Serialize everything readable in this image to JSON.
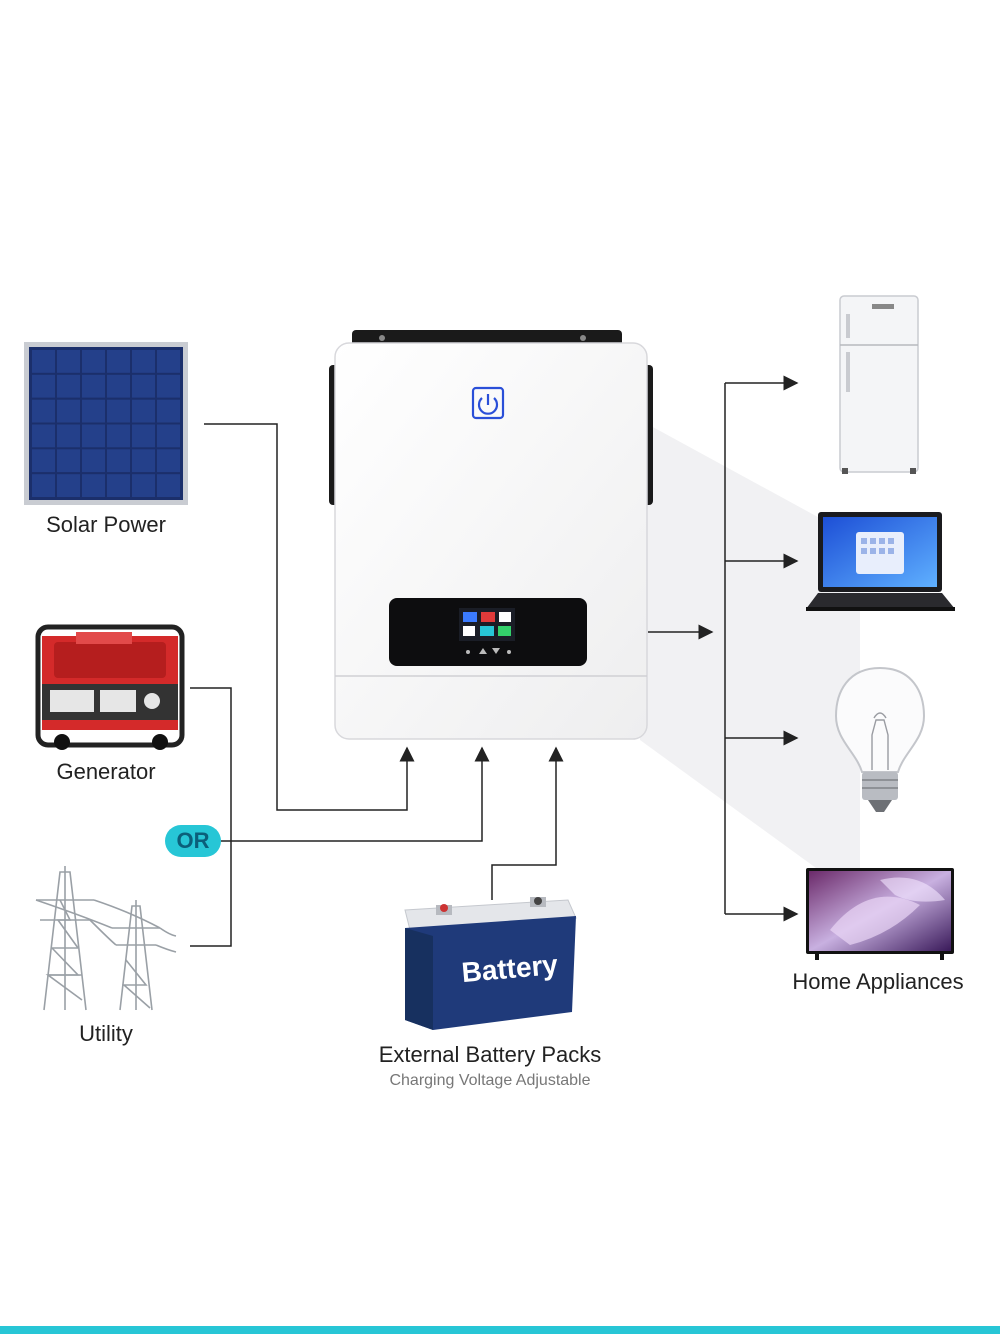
{
  "labels": {
    "solar": "Solar Power",
    "generator": "Generator",
    "utility": "Utility",
    "or": "OR",
    "battery_face": "Battery",
    "battery_title": "External Battery Packs",
    "battery_subtitle": "Charging Voltage Adjustable",
    "appliances": "Home Appliances"
  },
  "colors": {
    "accent_teal": "#27c6d6",
    "panel_blue": "#1b2f6b",
    "battery_blue": "#1f3a7a",
    "generator_red": "#d42a2a",
    "power_icon_blue": "#2a4fd8",
    "line": "#222222"
  },
  "icons": {
    "solar": "solar-panel-icon",
    "generator": "generator-icon",
    "utility": "power-tower-icon",
    "inverter": "inverter-icon",
    "battery": "battery-icon",
    "fridge": "fridge-icon",
    "laptop": "laptop-icon",
    "bulb": "light-bulb-icon",
    "tv": "tv-icon"
  }
}
